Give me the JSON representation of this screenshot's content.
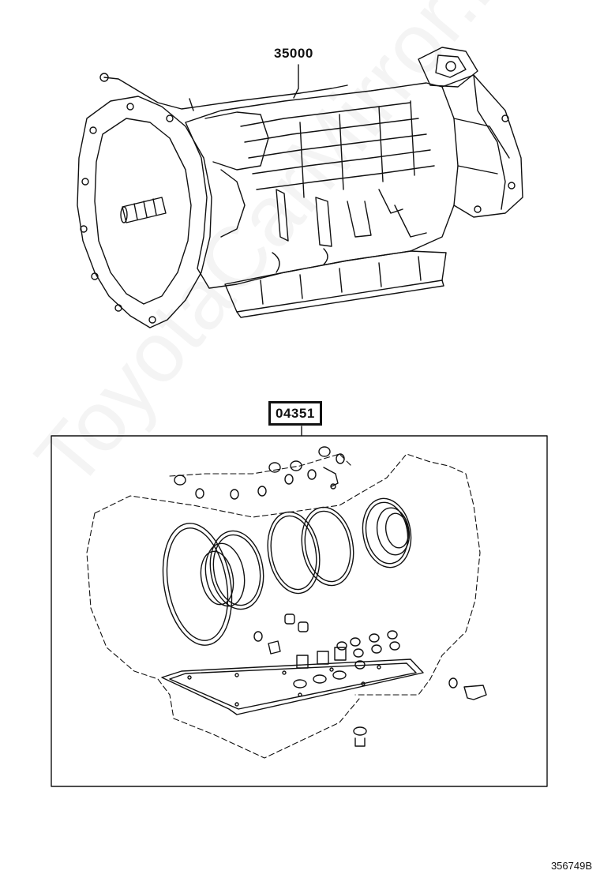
{
  "labels": {
    "transmission_part_number": "35000",
    "gasket_kit_part_number": "04351",
    "diagram_id": "356749B"
  },
  "watermark": {
    "text": "ToyotaCarMirror.ru"
  },
  "colors": {
    "line": "#111111",
    "background": "#ffffff"
  }
}
